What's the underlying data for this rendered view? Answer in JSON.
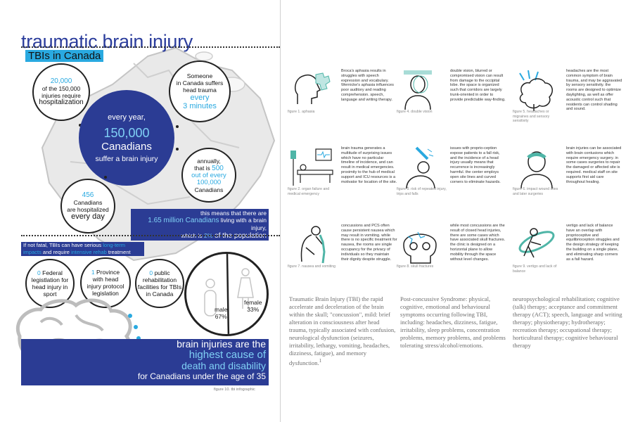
{
  "left": {
    "title": "traumatic brain injury",
    "subtitle": "TBIs in Canada",
    "stat_hosp": {
      "l1": "20,000",
      "l2": "of the 150,000",
      "l3": "injuries require",
      "l4": "hospitalization"
    },
    "stat_every3": {
      "l1": "Someone",
      "l2": "in Canada suffers",
      "l3": "head trauma",
      "l4": "every",
      "l5": "3 minutes"
    },
    "main": {
      "l1": "every year,",
      "l2": "150,000",
      "l3": "Canadians",
      "l4": "suffer a brain injury"
    },
    "stat_500": {
      "l1": "annually,",
      "l2a": "that is ",
      "l2b": "500",
      "l3": "out of every",
      "l4": "100,000",
      "l5": "Canadians"
    },
    "stat_456": {
      "l1": "456",
      "l2": "Canadians",
      "l3": "are hospitalized",
      "l4": "every day"
    },
    "band": {
      "l1": "this means that there are",
      "l2a": "1.65 million ",
      "l2b": "Canadians",
      "l2c": " living with a brain injury,",
      "l3a": "which is ",
      "l3b": "2%",
      "l3c": " of the population"
    },
    "notfatal": {
      "a": "If not fatal, TBIs can have serious ",
      "b": "long-term",
      "c": "impacts",
      "d": " and require ",
      "e": "intensive rehab",
      "f": " treatment"
    },
    "legis1": {
      "a": "0",
      "b": " Federal",
      "c": "legistlation for",
      "d": "head injury in",
      "e": "sport"
    },
    "legis2": {
      "a": "1",
      "b": " Province",
      "c": "with head",
      "d": "injury protocol",
      "e": "legislation"
    },
    "legis3": {
      "a": "0",
      "b": " public",
      "c": "rehabilitation",
      "d": "facilities for TBIs",
      "e": "in Canada"
    },
    "female_label": "female",
    "female_pct": "33%",
    "male_label": "male",
    "male_pct": "67%",
    "bottom": {
      "l1": "brain injuries are the",
      "l2": "highest cause of",
      "l3": "death and disability",
      "l4": "for Canadians under the age of 35"
    },
    "fig10": "figure 10. tbi infographic"
  },
  "figures": [
    {
      "caption": "figure 1. aphasia",
      "text": "Broca's aphasia results in struggles with speech expression and vocabulary. Wernicke's aphasia influences poor auditory and reading comprehension. speech, language and writing therapy."
    },
    {
      "caption": "figure 4. double vision",
      "text": "double vision, blurred or compromised vision can result from damage to the occipital lobe. the space is organized such that corridors are largely trunk-oriented in order to provide predictable way-finding."
    },
    {
      "caption": "figure 5. headaches or migraines and sensory sensitivity",
      "text": "headaches are the most common symptom of brain trauma, and may be aggravated by sensory sensitivity. the rooms are designed to optimize daylighting, as well as offer acoustic control such that residents can control shading and sound."
    },
    {
      "caption": "figure 2. organ failure and medical emergency",
      "text": "brain trauma generates a multitude of surprising issues which have no particular timeline of incidence, and can result in medical emergencies. proximity to the hub of medical support and ICU resources is a motivator for location of the site."
    },
    {
      "caption": "figure 3. risk of repeated injury, trips and falls",
      "text": "issues with proprio-ception expose patients to a fall risk, and the incidence of a head injury usually means that recurrence is increasingly harmful. the center employs open site lines and curved corners to eliminate hazards."
    },
    {
      "caption": "figure 6. impact wound sites and later surgeries",
      "text": "brain injuries can be associated with brain contusions which require emergency surgery. in some cases surgeries to repair the damaged or affected site is required. medical staff on site supports first aid care throughout healing."
    },
    {
      "caption": "figure 7. nausea and vomiting",
      "text": "concussions and PCS often cause persistent nausea which may result in vomiting. while there is no specific treatment for nausea, the rooms are single occupancy for the privacy of individuals so they maintain their dignity despite struggle."
    },
    {
      "caption": "figure 8. skull fractures",
      "text": "while most concussions are the result of closed head injuries, there are some cases which have associated skull fractures. the clinic is designed on a horizontal plane to allow mobility through the space without level changes."
    },
    {
      "caption": "figure 9. vertigo and lack of balance",
      "text": "vertigo and lack of balance have an overlap with proprioceptive and equilibrioception struggles and the design strategy of keeping the building on a single plane, and eliminating sharp corners as a fall hazard."
    }
  ],
  "bottom_text": {
    "col1": "Traumatic Brain Injury (TBI) the rapid accelerate and deceleration of the brain within the skull; \"concussion\", mild: brief alteration in consciousness after head trauma, typically associated with confusion, neurological dysfunction (seizures, irritability, lethargy, vomiting, headaches, dizziness, fatigue), and memory dysfunction.",
    "col1_sup": "1",
    "col2": "Post-concussive Syndrome: physical, cognitive, emotional and behavioural symptoms occurring following TBI, including: headaches, dizziness, fatigue, irritability, sleep problems, concentration problems, memory problems, and problems tolerating stress/alcohol/emotions.",
    "col3": "neuropsychological rehabilitation; cognitive (talk) therapy; acceptance and commitment therapy (ACT); speech, language and writing therapy; physiotherapy; hydrotherapy; recreation therapy; occupational therapy; horticultural therapy; cognitive behavioural therapy"
  },
  "colors": {
    "navy": "#2b3c94",
    "cyan": "#29a9e0",
    "teal": "#4fb5a7",
    "gray": "#c9c9c9"
  },
  "icons": [
    "head-puzzle-icon",
    "woman-double-vision-icon",
    "brain-lightning-icon",
    "hospital-bed-icon",
    "person-falling-icon",
    "bandaged-head-icon",
    "person-vomiting-icon",
    "skull-icon",
    "person-spinning-icon",
    "brain-icon",
    "female-figure-icon",
    "male-figure-icon",
    "canada-map-icon"
  ]
}
